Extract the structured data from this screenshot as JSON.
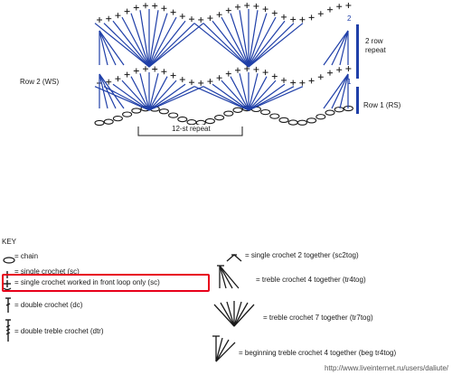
{
  "diagram": {
    "row2_label": "Row 2 (WS)",
    "row1_label": "Row 1 (RS)",
    "repeat_label_line1": "2 row",
    "repeat_label_line2": "repeat",
    "st_repeat_label": "12-st repeat",
    "row_number_top": "2",
    "row_number_bottom": "1",
    "stitch_color": "#1f3fa8",
    "line_color": "#1a1a1a"
  },
  "key": {
    "title": "KEY",
    "items": [
      {
        "symbol": "chain-oval-icon",
        "text": "= chain"
      },
      {
        "symbol": "plus-icon",
        "text": "= single crochet (sc)"
      },
      {
        "symbol": "underlined-plus-icon",
        "text": "= single crochet worked in front loop only (sc)"
      },
      {
        "symbol": "double-crochet-icon",
        "text": "= double crochet (dc)"
      },
      {
        "symbol": "double-treble-icon",
        "text": "= double treble crochet (dtr)"
      },
      {
        "symbol": "sc2tog-icon",
        "text": "= single crochet 2 together (sc2tog)"
      },
      {
        "symbol": "tr4tog-icon",
        "text": "= treble crochet 4 together (tr4tog)"
      },
      {
        "symbol": "tr7tog-icon",
        "text": "= treble crochet 7 together (tr7tog)"
      },
      {
        "symbol": "beg-tr4tog-icon",
        "text": "= beginning treble crochet 4 together (beg tr4tog)"
      }
    ],
    "highlight_color": "#e8001a"
  },
  "watermark": "http://www.liveinternet.ru/users/daliute/"
}
